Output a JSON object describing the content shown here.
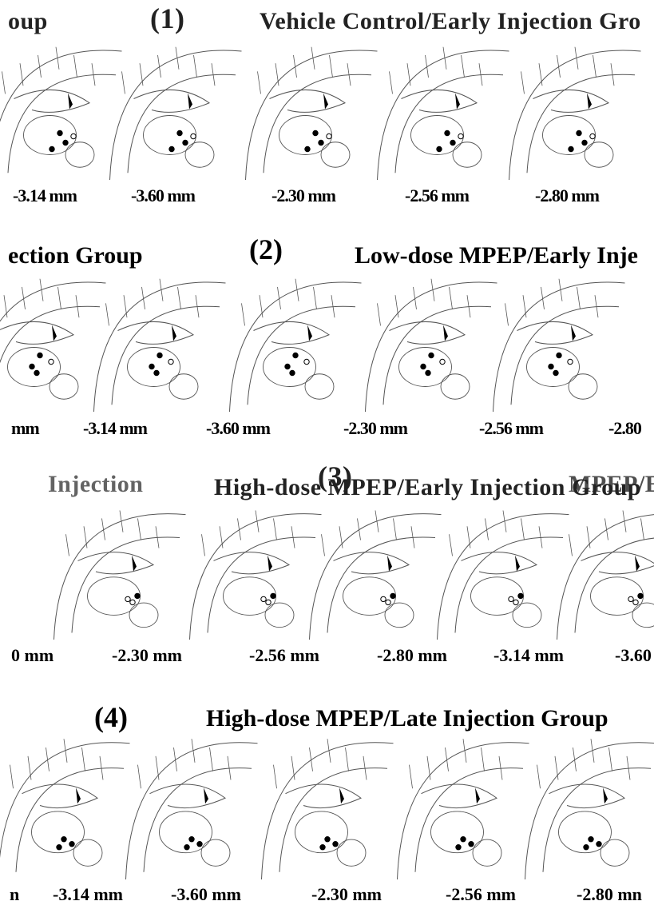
{
  "panels": [
    {
      "number": "(1)",
      "title": "Vehicle Control/Early Injection Gro",
      "left_fragment": "oup",
      "labels": [
        "-3.14 mm",
        "-3.60 mm",
        "-2.30 mm",
        "-2.56 mm",
        "-2.80 mm"
      ]
    },
    {
      "number": "(2)",
      "title": "Low-dose MPEP/Early Inje",
      "left_fragment": "ection Group",
      "labels": [
        "mm",
        "-3.14 mm",
        "-3.60 mm",
        "-2.30 mm",
        "-2.56 mm",
        "-2.80"
      ]
    },
    {
      "number": "(3)",
      "title": "High-dose MPEP/Early Injection Group",
      "left_fragment": "Injection",
      "right_fragment": "MPEP/E",
      "labels": [
        "0 mm",
        "-2.30 mm",
        "-2.56 mm",
        "-2.80 mm",
        "-3.14 mm",
        "-3.60"
      ]
    },
    {
      "number": "(4)",
      "title": "High-dose MPEP/Late Injection Group",
      "labels": [
        "n",
        "-3.14 mm",
        "-3.60 mm",
        "-2.30 mm",
        "-2.56 mm",
        "-2.80 mn"
      ]
    }
  ],
  "colors": {
    "ink": "#000000",
    "line": "#555555",
    "background": "#ffffff"
  },
  "markers": {
    "filled": "injection site (filled circle)",
    "open": "injection site (open circle)"
  }
}
